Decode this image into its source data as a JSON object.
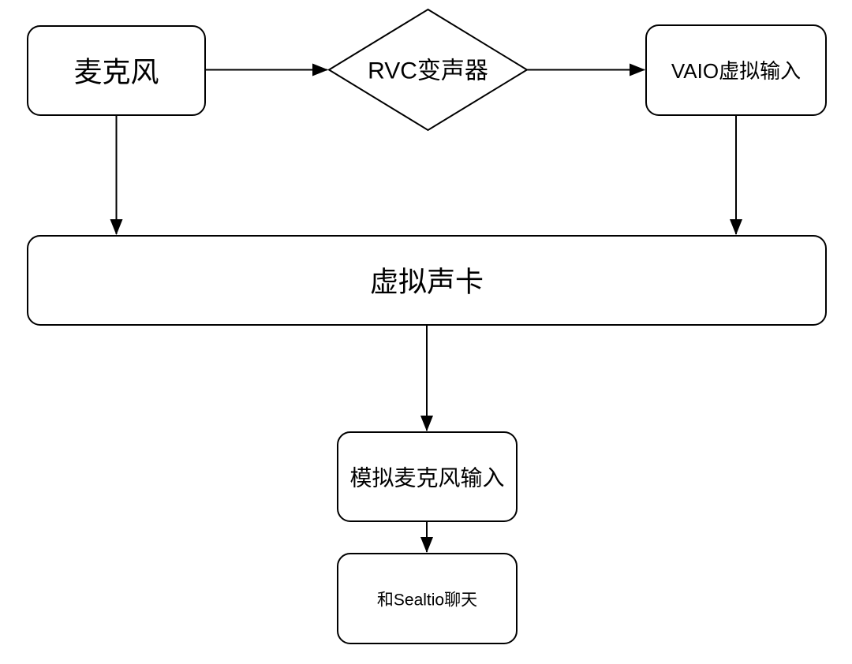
{
  "diagram": {
    "type": "flowchart",
    "nodes": {
      "microphone": {
        "label": "麦克风",
        "shape": "rounded-rect"
      },
      "rvc": {
        "label": "RVC变声器",
        "shape": "diamond"
      },
      "vaio": {
        "label": "VAIO虚拟输入",
        "shape": "rounded-rect"
      },
      "soundcard": {
        "label": "虚拟声卡",
        "shape": "rounded-rect"
      },
      "mic_input": {
        "label": "模拟麦克风输入",
        "shape": "rounded-rect"
      },
      "chat": {
        "label": "和Sealtio聊天",
        "shape": "rounded-rect"
      }
    },
    "edges": [
      {
        "from": "microphone",
        "to": "rvc"
      },
      {
        "from": "rvc",
        "to": "vaio"
      },
      {
        "from": "microphone",
        "to": "soundcard"
      },
      {
        "from": "vaio",
        "to": "soundcard"
      },
      {
        "from": "soundcard",
        "to": "mic_input"
      },
      {
        "from": "mic_input",
        "to": "chat"
      }
    ],
    "colors": {
      "stroke": "#000000",
      "node_fill": "#ffffff",
      "text": "#000000",
      "background": "#ffffff"
    }
  }
}
